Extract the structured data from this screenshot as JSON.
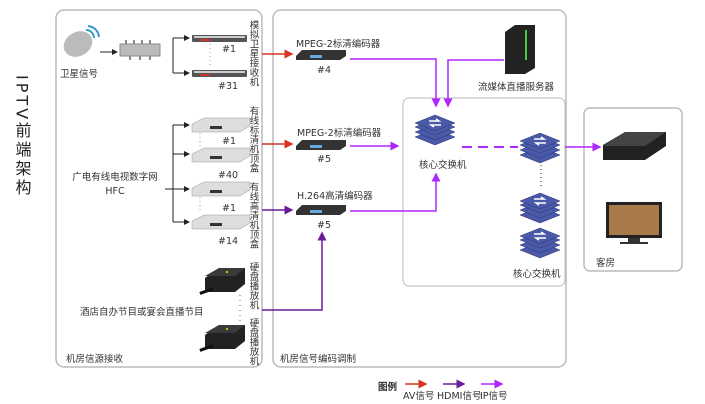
{
  "title": "IPTV前端架构",
  "colors": {
    "av": "#d9341f",
    "hdmi": "#6a1b9a",
    "ip": "#b026ff"
  },
  "source_box": {
    "label": "机房信源接收",
    "satellite": "卫星信号",
    "sat_receivers": {
      "label": "模拟卫星接收机",
      "first": "#1",
      "last": "#31"
    },
    "hfc": {
      "line1": "广电有线电视数字网",
      "line2": "HFC"
    },
    "sd_stb": {
      "label": "有线标清机顶盒",
      "first": "#1",
      "last": "#40"
    },
    "hd_stb": {
      "label": "有线高清机顶盒",
      "first": "#1",
      "last": "#14"
    },
    "hdd_player": "硬盘播放机",
    "hotel_program": "酒店自办节目或宴会直播节目"
  },
  "encode_box": {
    "label": "机房信号编码调制",
    "encoders": [
      {
        "name": "MPEG-2标清编码器",
        "num": "#4"
      },
      {
        "name": "MPEG-2标清编码器",
        "num": "#5"
      },
      {
        "name": "H.264高清编码器",
        "num": "#5"
      }
    ],
    "streaming_server": "流媒体直播服务器",
    "core_switch": "核心交换机",
    "core_switch_2": "核心交换机"
  },
  "guest_room": {
    "label": "客房"
  },
  "legend": {
    "title": "图例",
    "items": [
      {
        "label": "AV信号",
        "color": "#d9341f"
      },
      {
        "label": "HDMI信号",
        "color": "#6a1b9a"
      },
      {
        "label": "IP信号",
        "color": "#b026ff"
      }
    ]
  }
}
